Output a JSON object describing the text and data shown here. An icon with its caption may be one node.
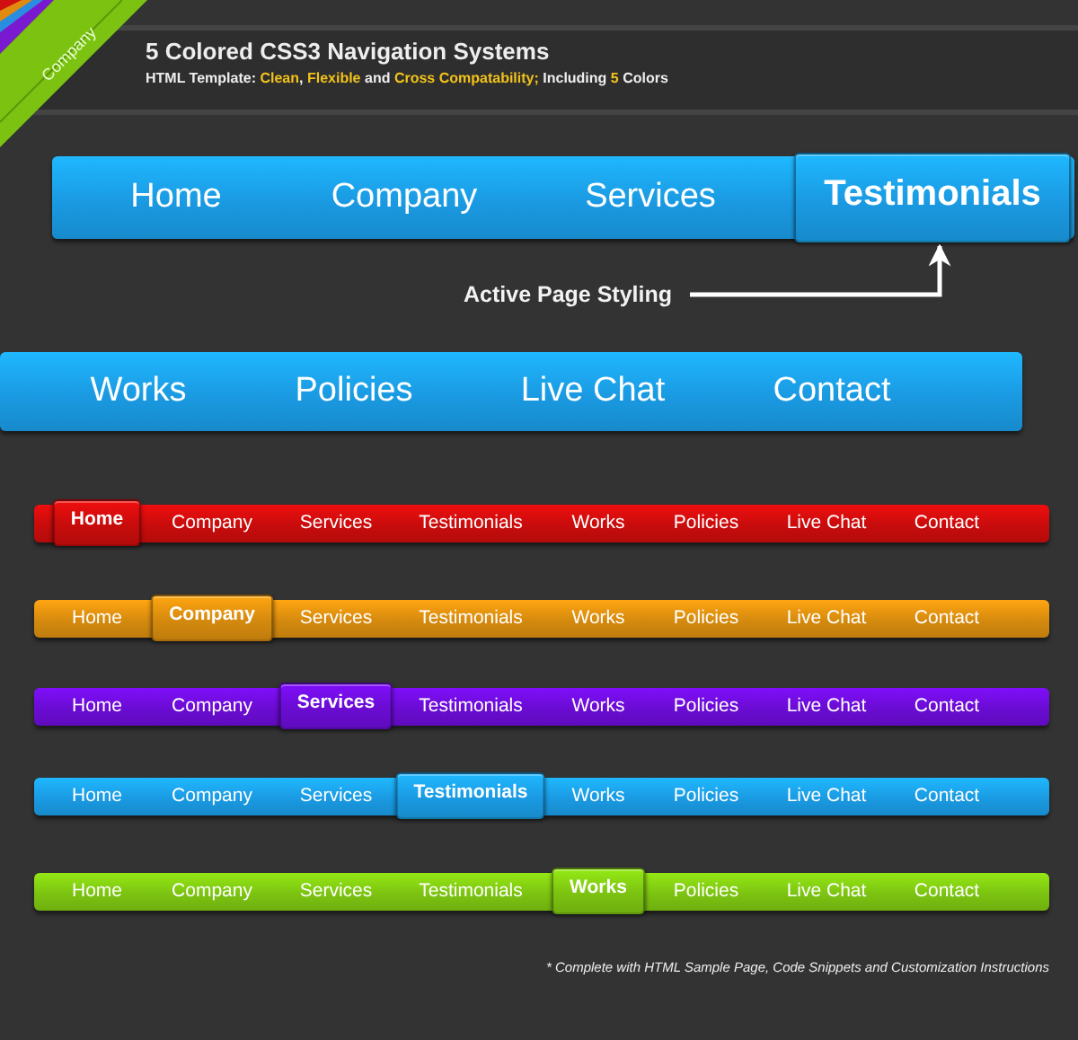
{
  "diagram": {
    "title": "5 Colored CSS3 Navigation Systems",
    "nodes": [
      {
        "text": [],
        "shape": "bar"
      },
      {
        "text": [
          "Home"
        ],
        "in": 0
      },
      {
        "text": [
          "Company"
        ],
        "in": 0
      },
      {
        "text": [
          "Services"
        ],
        "in": 0
      },
      {
        "text": [
          "Testimonials"
        ],
        "in": 0
      },
      {
        "text": [
          "Active Page Styling"
        ]
      },
      {
        "text": [],
        "shape": "bar"
      },
      {
        "text": [
          "Works"
        ],
        "in": 6
      },
      {
        "text": [
          "Policies"
        ],
        "in": 6
      },
      {
        "text": [
          "Live Chat"
        ],
        "in": 6
      },
      {
        "text": [
          "Contact"
        ],
        "in": 6
      },
      {
        "text": [],
        "shape": "bar"
      },
      {
        "text": [
          "Home"
        ],
        "in": 11
      },
      {
        "text": [
          "Company"
        ],
        "in": 11
      },
      {
        "text": [
          "Services"
        ],
        "in": 11
      },
      {
        "text": [
          "Testimonials"
        ],
        "in": 11
      },
      {
        "text": [
          "Works"
        ],
        "in": 11
      },
      {
        "text": [
          "Policies"
        ],
        "in": 11
      },
      {
        "text": [
          "Live Chat"
        ],
        "in": 11
      },
      {
        "text": [
          "Contact"
        ],
        "in": 11
      },
      {
        "text": [],
        "shape": "bar"
      },
      {
        "text": [
          "Home"
        ],
        "in": 20
      },
      {
        "text": [
          "Company"
        ],
        "in": 20
      },
      {
        "text": [
          "Services"
        ],
        "in": 20
      },
      {
        "text": [
          "Testimonials"
        ],
        "in": 20
      },
      {
        "text": [
          "Works"
        ],
        "in": 20
      },
      {
        "text": [
          "Policies"
        ],
        "in": 20
      },
      {
        "text": [
          "Live Chat"
        ],
        "in": 20
      },
      {
        "text": [
          "Contact"
        ],
        "in": 20
      },
      {
        "text": [],
        "shape": "bar"
      },
      {
        "text": [
          "Home"
        ],
        "in": 29
      },
      {
        "text": [
          "Company"
        ],
        "in": 29
      },
      {
        "text": [
          "Services"
        ],
        "in": 29
      },
      {
        "text": [
          "Testimonials"
        ],
        "in": 29
      },
      {
        "text": [
          "Works"
        ],
        "in": 29
      },
      {
        "text": [
          "Policies"
        ],
        "in": 29
      },
      {
        "text": [
          "Live Chat"
        ],
        "in": 29
      },
      {
        "text": [
          "Contact"
        ],
        "in": 29
      },
      {
        "text": [],
        "shape": "bar"
      },
      {
        "text": [
          "Home"
        ],
        "in": 38
      },
      {
        "text": [
          "Company"
        ],
        "in": 38
      },
      {
        "text": [
          "Services"
        ],
        "in": 38
      },
      {
        "text": [
          "Testimonials"
        ],
        "in": 38
      },
      {
        "text": [
          "Works"
        ],
        "in": 38
      },
      {
        "text": [
          "Policies"
        ],
        "in": 38
      },
      {
        "text": [
          "Live Chat"
        ],
        "in": 38
      },
      {
        "text": [
          "Contact"
        ],
        "in": 38
      },
      {
        "text": [],
        "shape": "bar"
      },
      {
        "text": [
          "Home"
        ],
        "in": 47
      },
      {
        "text": [
          "Company"
        ],
        "in": 47
      },
      {
        "text": [
          "Services"
        ],
        "in": 47
      },
      {
        "text": [
          "Testimonials"
        ],
        "in": 47
      },
      {
        "text": [
          "Works"
        ],
        "in": 47
      },
      {
        "text": [
          "Policies"
        ],
        "in": 47
      },
      {
        "text": [
          "Live Chat"
        ],
        "in": 47
      },
      {
        "text": [
          "Contact"
        ],
        "in": 47
      }
    ],
    "edges": [
      {
        "from": 5,
        "to": 4,
        "arrow": "to"
      }
    ],
    "labels": [
      "Company",
      "HTML Template: **Clean**, **Flexible** and **Cross Compatability;** Including **5** Colors",
      "* Complete with HTML Sample Page, Code Snippets and Customization Instructions"
    ]
  }
}
